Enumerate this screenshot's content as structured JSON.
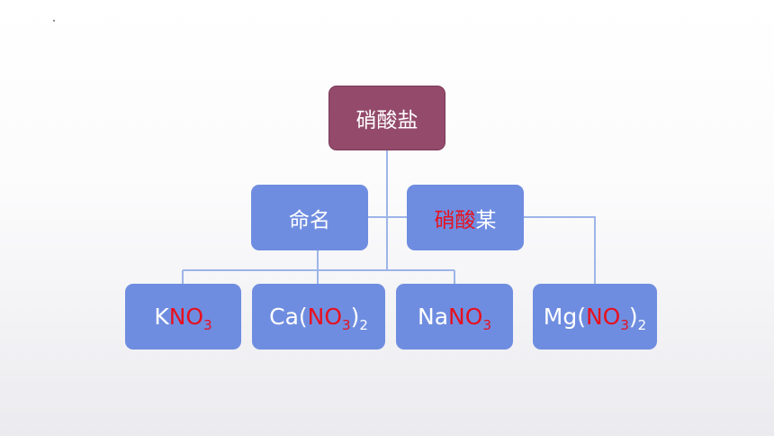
{
  "diagram": {
    "root": {
      "label": "硝酸盐"
    },
    "branches": [
      {
        "id": "naming",
        "label": "命名"
      },
      {
        "id": "nitrate-x",
        "label_red": "硝酸",
        "label_rest": "某"
      }
    ],
    "leaves": [
      {
        "id": "kno3",
        "prefix": "K",
        "ion": "NO",
        "ion_sub": "3",
        "suffix_sub": ""
      },
      {
        "id": "cano32",
        "prefix": "Ca(",
        "ion": "NO",
        "ion_sub": "3",
        "close": ")",
        "suffix_sub": "2"
      },
      {
        "id": "nano3",
        "prefix": "Na",
        "ion": "NO",
        "ion_sub": "3",
        "suffix_sub": ""
      },
      {
        "id": "mgno32",
        "prefix": "Mg(",
        "ion": "NO",
        "ion_sub": "3",
        "close": ")",
        "suffix_sub": "2"
      }
    ],
    "colors": {
      "root_fill": "#944a6b",
      "node_fill": "#6f8de0",
      "connector": "#9db5e8",
      "highlight_text": "#e8101e",
      "node_text": "#ffffff"
    }
  }
}
